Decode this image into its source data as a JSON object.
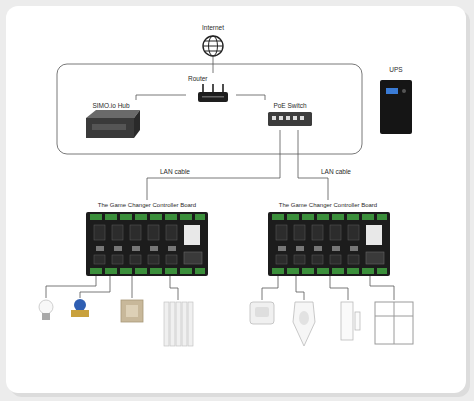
{
  "diagram": {
    "nodes": [
      {
        "text": [
          "Internet"
        ]
      },
      {
        "text": [
          "Router"
        ]
      },
      {
        "text": [
          "SIMO.io Hub"
        ]
      },
      {
        "text": [
          "PoE Switch"
        ]
      },
      {
        "text": [
          "UPS"
        ]
      },
      {
        "text": [
          "The Game Changer Controller Board"
        ]
      },
      {
        "text": [
          "The Game Changer Controller Board"
        ]
      }
    ],
    "edges": [
      {
        "from": 0,
        "to": 1,
        "arrow": "none"
      },
      {
        "from": 1,
        "to": 2,
        "arrow": "none"
      },
      {
        "from": 1,
        "to": 3,
        "arrow": "none"
      },
      {
        "from": 3,
        "to": 5,
        "label": "LAN cable",
        "arrow": "none"
      },
      {
        "from": 3,
        "to": 6,
        "label": "LAN cable",
        "arrow": "none"
      }
    ]
  }
}
